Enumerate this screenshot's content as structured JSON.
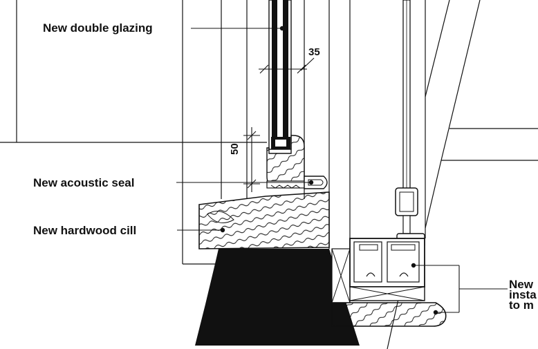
{
  "labels": {
    "double_glazing": "New double glazing",
    "acoustic_seal": "New acoustic seal",
    "hardwood_cill": "New hardwood cill",
    "secondary_lines": [
      "New",
      "insta",
      "to m"
    ]
  },
  "dimensions": {
    "glazing_width": "35",
    "seal_height": "50"
  },
  "colors": {
    "ink": "#111111",
    "masonry": "#111111",
    "paper": "#ffffff"
  }
}
